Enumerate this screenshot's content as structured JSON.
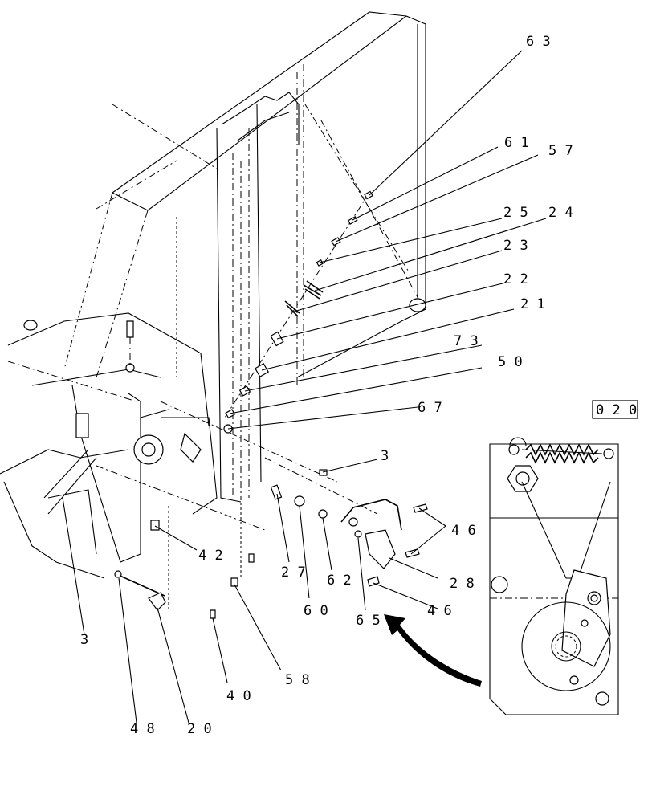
{
  "callouts": [
    {
      "id": "63",
      "text": "6 3"
    },
    {
      "id": "61",
      "text": "6 1"
    },
    {
      "id": "57",
      "text": "5 7"
    },
    {
      "id": "25",
      "text": "2 5"
    },
    {
      "id": "24",
      "text": "2 4"
    },
    {
      "id": "23",
      "text": "2 3"
    },
    {
      "id": "22",
      "text": "2 2"
    },
    {
      "id": "21",
      "text": "2 1"
    },
    {
      "id": "73",
      "text": "7 3"
    },
    {
      "id": "50",
      "text": "5 0"
    },
    {
      "id": "67",
      "text": "6 7"
    },
    {
      "id": "3a",
      "text": "3"
    },
    {
      "id": "46a",
      "text": "4 6"
    },
    {
      "id": "42",
      "text": "4 2"
    },
    {
      "id": "27",
      "text": "2 7"
    },
    {
      "id": "62",
      "text": "6 2"
    },
    {
      "id": "28",
      "text": "2 8"
    },
    {
      "id": "46b",
      "text": "4 6"
    },
    {
      "id": "60",
      "text": "6 0"
    },
    {
      "id": "65",
      "text": "6 5"
    },
    {
      "id": "3b",
      "text": "3"
    },
    {
      "id": "40",
      "text": "4 0"
    },
    {
      "id": "58",
      "text": "5 8"
    },
    {
      "id": "48",
      "text": "4 8"
    },
    {
      "id": "20",
      "text": "2 0"
    }
  ],
  "detail_box_label": "0 2 0"
}
